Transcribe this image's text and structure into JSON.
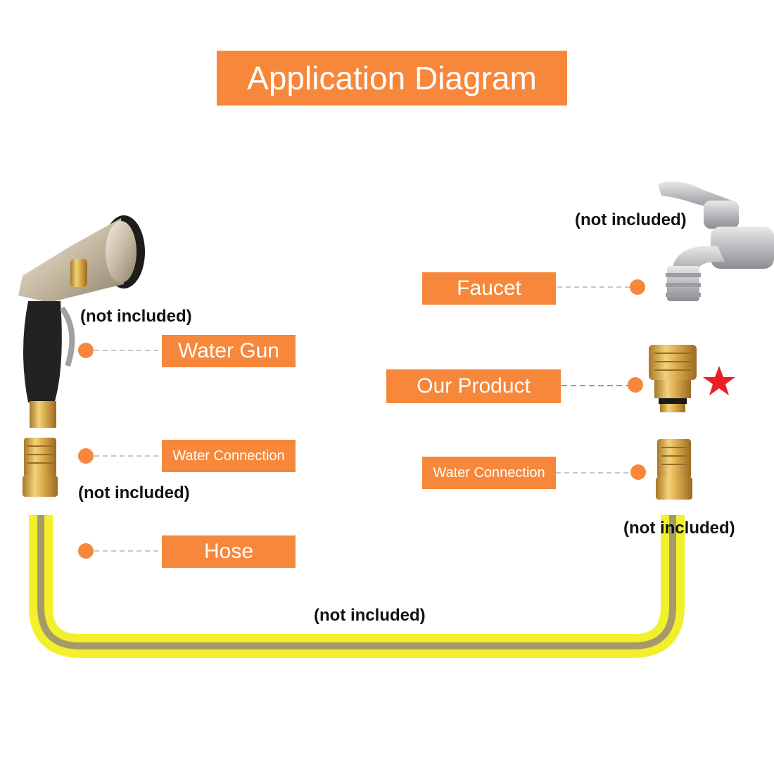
{
  "title": "Application Diagram",
  "labels": {
    "faucet": "Faucet",
    "our_product": "Our Product",
    "water_connection_right": "Water Connection",
    "water_gun": "Water Gun",
    "water_connection_left": "Water Connection",
    "hose": "Hose"
  },
  "notes": {
    "faucet": "(not included)",
    "water_gun": "(not included)",
    "water_connection_left": "(not included)",
    "water_connection_right": "(not included)",
    "hose": "(not included)"
  },
  "colors": {
    "accent": "#f7873a",
    "hose_yellow": "#f2f02a",
    "hose_stripe": "#a69a6a",
    "brass": "#d8a94a",
    "star": "#ee1c24"
  },
  "icons": {
    "faucet": "faucet-icon",
    "water_gun": "water-gun-icon",
    "connector": "brass-connector-icon",
    "product": "brass-tap-adapter-icon",
    "star": "star-icon"
  }
}
